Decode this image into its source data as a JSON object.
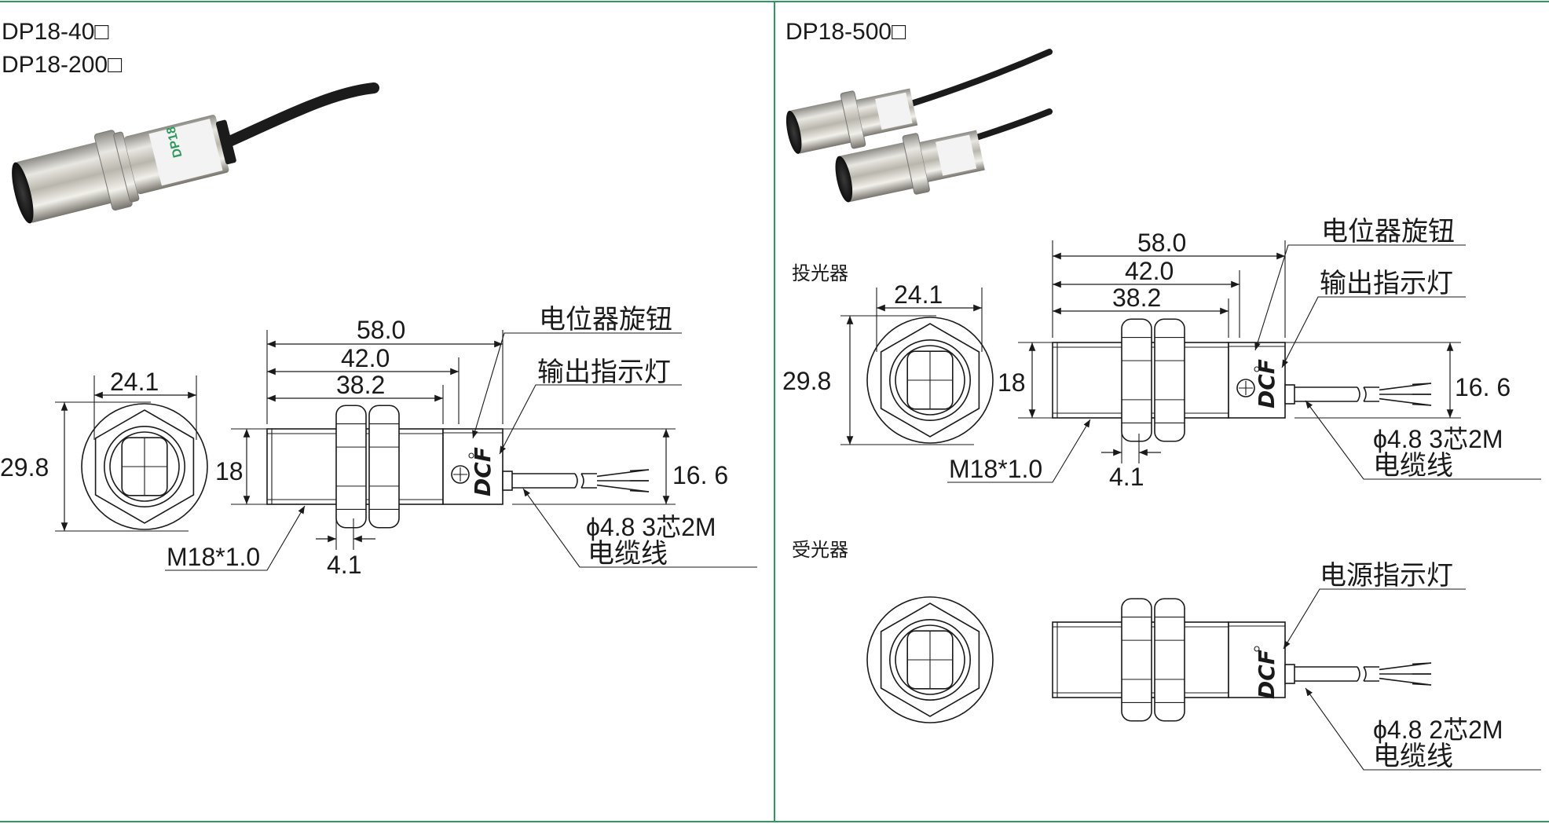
{
  "colors": {
    "divider": "#2e9a5d",
    "line": "#1a1a1a",
    "background": "#ffffff"
  },
  "left_panel": {
    "models": [
      "DP18-40□",
      "DP18-200□"
    ],
    "dims": {
      "total_length": "58.0",
      "length_42": "42.0",
      "thread_length": "38.2",
      "hex_width": "24.1",
      "hex_height": "29.8",
      "diameter": "18",
      "cable_offset": "16. 6",
      "nut_thickness": "4.1",
      "thread": "M18*1.0"
    },
    "callouts": {
      "potentiometer": "电位器旋钮",
      "output_led": "输出指示灯",
      "cable_spec": "ϕ4.8  3芯2M",
      "cable": "电缆线"
    },
    "brand": "DCF"
  },
  "right_panel": {
    "model": "DP18-500□",
    "emitter_label": "投光器",
    "receiver_label": "受光器",
    "dims": {
      "total_length": "58.0",
      "length_42": "42.0",
      "thread_length": "38.2",
      "hex_width": "24.1",
      "hex_height": "29.8",
      "diameter": "18",
      "cable_offset": "16. 6",
      "nut_thickness": "4.1",
      "thread": "M18*1.0"
    },
    "callouts": {
      "potentiometer": "电位器旋钮",
      "output_led": "输出指示灯",
      "power_led": "电源指示灯",
      "cable_spec_emitter": "ϕ4.8  3芯2M",
      "cable_spec_receiver": "ϕ4.8  2芯2M",
      "cable": "电缆线"
    },
    "brand": "DCF"
  },
  "photo_icons": [
    "sensor-photo-icon",
    "sensor-pair-photo-icon"
  ]
}
